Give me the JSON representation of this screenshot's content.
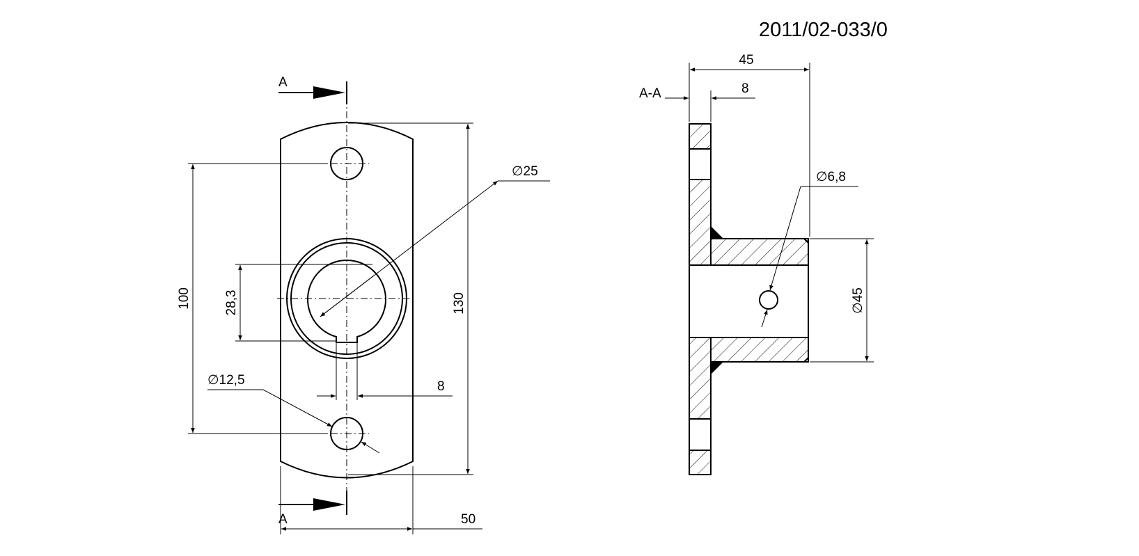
{
  "drawing_number": "2011/02-033/0",
  "section": {
    "marker_top": "A",
    "marker_bottom": "A",
    "label": "A-A"
  },
  "front_view": {
    "dims": {
      "hole_spacing": "100",
      "overall_height": "130",
      "bore_height": "28,3",
      "bore_dia": "∅25",
      "hole_dia": "∅12,5",
      "key_width": "8",
      "plate_width": "50"
    }
  },
  "section_view": {
    "dims": {
      "overall_length": "45",
      "plate_thickness": "8",
      "pin_hole_dia": "∅6,8",
      "hub_dia": "∅45"
    }
  },
  "colors": {
    "line": "#000000",
    "background": "#ffffff"
  }
}
